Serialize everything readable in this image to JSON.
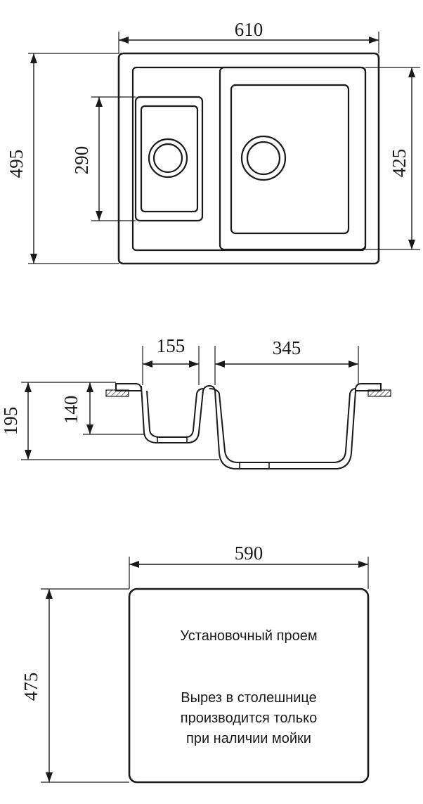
{
  "top_view": {
    "width_label": "610",
    "height_label": "495",
    "small_bowl_label": "290",
    "large_bowl_label": "425"
  },
  "section_view": {
    "small_width_label": "155",
    "large_width_label": "345",
    "total_depth_label": "195",
    "small_depth_label": "140"
  },
  "cutout": {
    "width_label": "590",
    "height_label": "475",
    "title": "Установочный проем",
    "note_lines": [
      "Вырез в столешнице",
      "производится только",
      "при наличии мойки"
    ]
  }
}
